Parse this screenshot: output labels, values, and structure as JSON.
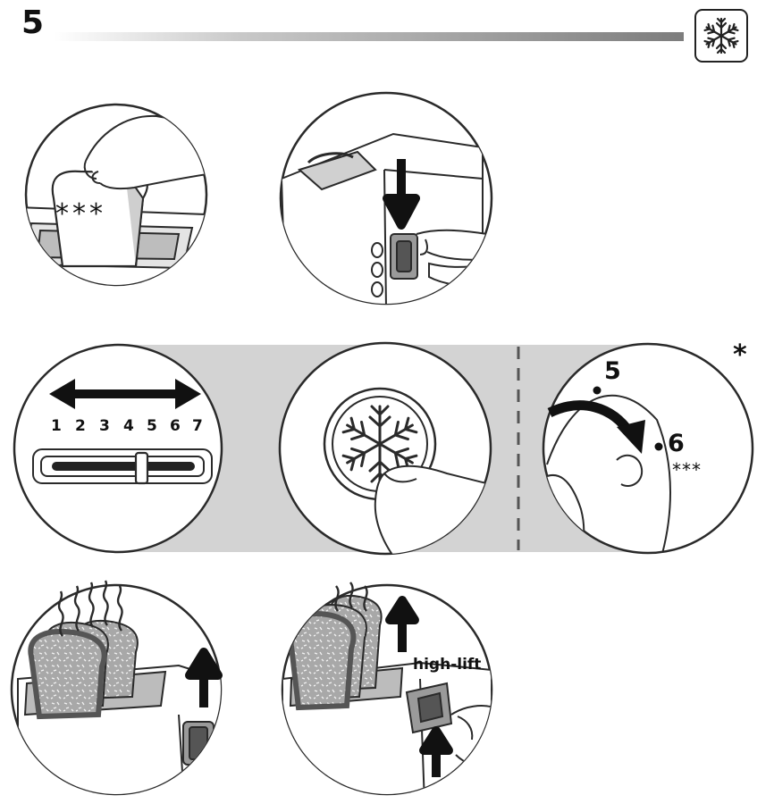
{
  "header": {
    "page_number": "5",
    "defrost_icon": "snowflake-icon"
  },
  "step1": {
    "bread_label": "***"
  },
  "step3": {
    "scale_numbers": [
      "1",
      "2",
      "3",
      "4",
      "5",
      "6",
      "7"
    ],
    "dial_mark_5": "5",
    "dial_mark_6": "6",
    "dial_stars": "***",
    "footnote_marker": "*"
  },
  "step4": {
    "high_lift_label": "high-lift"
  },
  "colors": {
    "band": "#d3d3d3",
    "line": "#2a2a2a",
    "bread": "#a9a9a9",
    "arrow": "#111111"
  }
}
